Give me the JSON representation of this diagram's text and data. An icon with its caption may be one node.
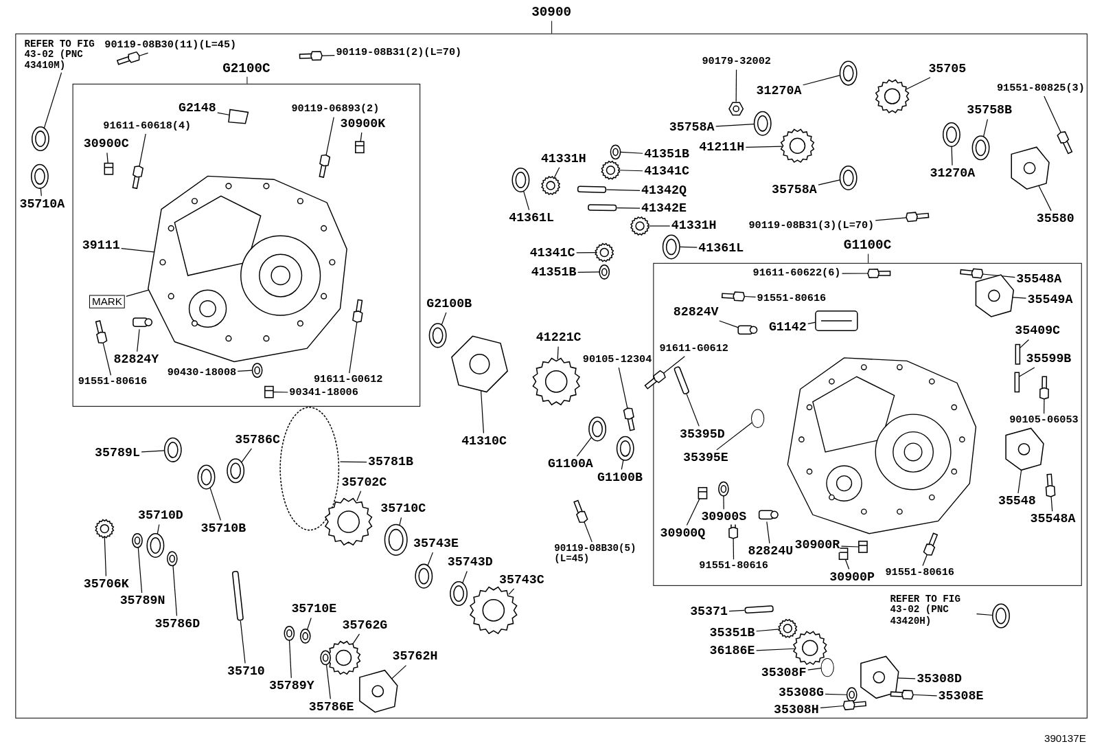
{
  "diagram": {
    "nodes": [
      {
        "text": [
          "30900"
        ]
      },
      {
        "text": [
          "G2100C"
        ],
        "in": 0
      },
      {
        "text": [
          "G1100C"
        ],
        "in": 0
      },
      {
        "text": [
          "REFER TO FIG 43-02 (PNC 43410M)"
        ],
        "in": 0
      },
      {
        "text": [
          "90119-08B30(11)(L=45)"
        ],
        "in": 0
      },
      {
        "text": [
          "90119-08B31(2)(L=70)"
        ],
        "in": 0
      },
      {
        "text": [
          "G2148"
        ],
        "in": 1
      },
      {
        "text": [
          "90119-06893(2)"
        ],
        "in": 1
      },
      {
        "text": [
          "91611-60618(4)"
        ],
        "in": 1
      },
      {
        "text": [
          "30900K"
        ],
        "in": 1
      },
      {
        "text": [
          "30900C"
        ],
        "in": 1
      },
      {
        "text": [
          "35710A"
        ],
        "in": 0
      },
      {
        "text": [
          "39111"
        ],
        "in": 1
      },
      {
        "text": [
          "MARK"
        ],
        "in": 1
      },
      {
        "text": [
          "82824Y"
        ],
        "in": 1
      },
      {
        "text": [
          "91551-80616"
        ],
        "in": 1
      },
      {
        "text": [
          "90430-18008"
        ],
        "in": 1
      },
      {
        "text": [
          "91611-G0612"
        ],
        "in": 1
      },
      {
        "text": [
          "90341-18006"
        ],
        "in": 1
      },
      {
        "text": [
          "90179-32002"
        ],
        "in": 0
      },
      {
        "text": [
          "35705"
        ],
        "in": 0
      },
      {
        "text": [
          "31270A"
        ],
        "in": 0
      },
      {
        "text": [
          "91551-80825(3)"
        ],
        "in": 0
      },
      {
        "text": [
          "35758B"
        ],
        "in": 0
      },
      {
        "text": [
          "35758A"
        ],
        "in": 0
      },
      {
        "text": [
          "41211H"
        ],
        "in": 0
      },
      {
        "text": [
          "41331H"
        ],
        "in": 0
      },
      {
        "text": [
          "41351B"
        ],
        "in": 0
      },
      {
        "text": [
          "41341C"
        ],
        "in": 0
      },
      {
        "text": [
          "31270A"
        ],
        "in": 0
      },
      {
        "text": [
          "41342Q"
        ],
        "in": 0
      },
      {
        "text": [
          "35758A"
        ],
        "in": 0
      },
      {
        "text": [
          "41342E"
        ],
        "in": 0
      },
      {
        "text": [
          "41361L"
        ],
        "in": 0
      },
      {
        "text": [
          "41331H"
        ],
        "in": 0
      },
      {
        "text": [
          "90119-08B31(3)(L=70)"
        ],
        "in": 0
      },
      {
        "text": [
          "35580"
        ],
        "in": 0
      },
      {
        "text": [
          "41361L"
        ],
        "in": 0
      },
      {
        "text": [
          "41341C"
        ],
        "in": 0
      },
      {
        "text": [
          "41351B"
        ],
        "in": 0
      },
      {
        "text": [
          "91611-60622(6)"
        ],
        "in": 2
      },
      {
        "text": [
          "35548A"
        ],
        "in": 2
      },
      {
        "text": [
          "91551-80616"
        ],
        "in": 2
      },
      {
        "text": [
          "35549A"
        ],
        "in": 2
      },
      {
        "text": [
          "82824V"
        ],
        "in": 2
      },
      {
        "text": [
          "G2100B"
        ],
        "in": 0
      },
      {
        "text": [
          "G1142"
        ],
        "in": 2
      },
      {
        "text": [
          "35409C"
        ],
        "in": 2
      },
      {
        "text": [
          "41221C"
        ],
        "in": 0
      },
      {
        "text": [
          "91611-G0612"
        ],
        "in": 2
      },
      {
        "text": [
          "90105-12304"
        ],
        "in": 0
      },
      {
        "text": [
          "35599B"
        ],
        "in": 2
      },
      {
        "text": [
          "90105-06053"
        ],
        "in": 2
      },
      {
        "text": [
          "35395D"
        ],
        "in": 2
      },
      {
        "text": [
          "35789L"
        ],
        "in": 0
      },
      {
        "text": [
          "35786C"
        ],
        "in": 0
      },
      {
        "text": [
          "35781B"
        ],
        "in": 0
      },
      {
        "text": [
          "41310C"
        ],
        "in": 0
      },
      {
        "text": [
          "G1100A"
        ],
        "in": 0
      },
      {
        "text": [
          "G1100B"
        ],
        "in": 0
      },
      {
        "text": [
          "35395E"
        ],
        "in": 2
      },
      {
        "text": [
          "35702C"
        ],
        "in": 0
      },
      {
        "text": [
          "35548"
        ],
        "in": 2
      },
      {
        "text": [
          "35548A"
        ],
        "in": 2
      },
      {
        "text": [
          "35710D"
        ],
        "in": 0
      },
      {
        "text": [
          "35710B"
        ],
        "in": 0
      },
      {
        "text": [
          "35710C"
        ],
        "in": 0
      },
      {
        "text": [
          "30900S"
        ],
        "in": 2
      },
      {
        "text": [
          "30900Q"
        ],
        "in": 2
      },
      {
        "text": [
          "35743E"
        ],
        "in": 0
      },
      {
        "text": [
          "82824U"
        ],
        "in": 2
      },
      {
        "text": [
          "30900R"
        ],
        "in": 2
      },
      {
        "text": [
          "90119-08B30(5) (L=45)"
        ],
        "in": 0
      },
      {
        "text": [
          "35743D"
        ],
        "in": 0
      },
      {
        "text": [
          "35743C"
        ],
        "in": 0
      },
      {
        "text": [
          "91551-80616"
        ],
        "in": 2
      },
      {
        "text": [
          "30900P"
        ],
        "in": 2
      },
      {
        "text": [
          "91551-80616"
        ],
        "in": 2
      },
      {
        "text": [
          "35706K"
        ],
        "in": 0
      },
      {
        "text": [
          "35789N"
        ],
        "in": 0
      },
      {
        "text": [
          "35786D"
        ],
        "in": 0
      },
      {
        "text": [
          "REFER TO FIG 43-02 (PNC 43420H)"
        ],
        "in": 0
      },
      {
        "text": [
          "35710E"
        ],
        "in": 0
      },
      {
        "text": [
          "35371"
        ],
        "in": 0
      },
      {
        "text": [
          "35762G"
        ],
        "in": 0
      },
      {
        "text": [
          "35351B"
        ],
        "in": 0
      },
      {
        "text": [
          "36186E"
        ],
        "in": 0
      },
      {
        "text": [
          "35762H"
        ],
        "in": 0
      },
      {
        "text": [
          "35710"
        ],
        "in": 0
      },
      {
        "text": [
          "35308F"
        ],
        "in": 0
      },
      {
        "text": [
          "35308D"
        ],
        "in": 0
      },
      {
        "text": [
          "35789Y"
        ],
        "in": 0
      },
      {
        "text": [
          "35308G"
        ],
        "in": 0
      },
      {
        "text": [
          "35308E"
        ],
        "in": 0
      },
      {
        "text": [
          "35786E"
        ],
        "in": 0
      },
      {
        "text": [
          "35308H"
        ],
        "in": 0
      },
      {
        "text": [],
        "shape": "picture",
        "in": 1
      },
      {
        "text": [],
        "shape": "picture",
        "in": 2
      },
      {
        "text": [],
        "shape": "picture",
        "in": 0
      },
      {
        "text": [],
        "shape": "picture",
        "in": 0
      },
      {
        "text": [],
        "shape": "picture",
        "in": 0
      },
      {
        "text": [],
        "shape": "box",
        "in": 1
      },
      {
        "text": [],
        "shape": "picture",
        "in": 1
      },
      {
        "text": [],
        "shape": "picture",
        "in": 1
      },
      {
        "text": [],
        "shape": "picture",
        "in": 1
      },
      {
        "text": [],
        "shape": "picture",
        "in": 1
      },
      {
        "text": [],
        "shape": "picture",
        "in": 0
      },
      {
        "text": [],
        "shape": "box",
        "in": 1
      },
      {
        "text": [],
        "shape": "picture",
        "in": 1
      },
      {
        "text": [],
        "shape": "picture",
        "in": 1
      },
      {
        "text": [],
        "shape": "picture",
        "in": 1
      },
      {
        "text": [],
        "shape": "picture",
        "in": 1
      },
      {
        "text": [],
        "shape": "picture",
        "in": 0
      },
      {
        "text": [],
        "shape": "picture",
        "in": 0
      },
      {
        "text": [],
        "shape": "picture",
        "in": 0
      },
      {
        "text": [],
        "shape": "picture",
        "in": 0
      },
      {
        "text": [],
        "shape": "picture",
        "in": 0
      },
      {
        "text": [],
        "shape": "picture",
        "in": 0
      },
      {
        "text": [],
        "shape": "picture",
        "in": 0
      },
      {
        "text": [],
        "shape": "picture",
        "in": 0
      },
      {
        "text": [],
        "shape": "picture",
        "in": 0
      },
      {
        "text": [],
        "shape": "picture",
        "in": 0
      },
      {
        "text": [],
        "shape": "picture",
        "in": 0
      },
      {
        "text": [],
        "shape": "bar",
        "in": 0
      },
      {
        "text": [],
        "shape": "picture",
        "in": 0
      },
      {
        "text": [],
        "shape": "bar",
        "in": 0
      },
      {
        "text": [],
        "shape": "picture",
        "in": 0
      },
      {
        "text": [],
        "shape": "picture",
        "in": 0
      },
      {
        "text": [],
        "shape": "picture",
        "in": 0
      },
      {
        "text": [],
        "shape": "picture",
        "in": 0
      },
      {
        "text": [],
        "shape": "picture",
        "in": 0
      },
      {
        "text": [],
        "shape": "picture",
        "in": 0
      },
      {
        "text": [],
        "shape": "picture",
        "in": 0
      },
      {
        "text": [],
        "shape": "picture",
        "in": 2
      },
      {
        "text": [],
        "shape": "picture",
        "in": 2
      },
      {
        "text": [],
        "shape": "picture",
        "in": 2
      },
      {
        "text": [],
        "shape": "picture",
        "in": 2
      },
      {
        "text": [],
        "shape": "box",
        "in": 2
      },
      {
        "text": [],
        "shape": "picture",
        "in": 0
      },
      {
        "text": [],
        "shape": "picture",
        "in": 2
      },
      {
        "text": [],
        "shape": "box",
        "in": 2
      },
      {
        "text": [],
        "shape": "picture",
        "in": 0
      },
      {
        "text": [],
        "shape": "picture",
        "in": 2
      },
      {
        "text": [],
        "shape": "picture",
        "in": 0
      },
      {
        "text": [],
        "shape": "box",
        "in": 2
      },
      {
        "text": [],
        "shape": "picture",
        "in": 2
      },
      {
        "text": [],
        "shape": "bar",
        "in": 2
      },
      {
        "text": [],
        "shape": "picture",
        "in": 0
      },
      {
        "text": [],
        "shape": "picture",
        "in": 0
      },
      {
        "text": [],
        "shape": "circle",
        "in": 0
      },
      {
        "text": [],
        "shape": "picture",
        "in": 0
      },
      {
        "text": [],
        "shape": "picture",
        "in": 0
      },
      {
        "text": [],
        "shape": "picture",
        "in": 0
      },
      {
        "text": [],
        "shape": "circle",
        "in": 2
      },
      {
        "text": [],
        "shape": "picture",
        "in": 0
      },
      {
        "text": [],
        "shape": "picture",
        "in": 2
      },
      {
        "text": [],
        "shape": "picture",
        "in": 2
      },
      {
        "text": [],
        "shape": "picture",
        "in": 0
      },
      {
        "text": [],
        "shape": "picture",
        "in": 0
      },
      {
        "text": [],
        "shape": "picture",
        "in": 0
      },
      {
        "text": [],
        "shape": "picture",
        "in": 2
      },
      {
        "text": [],
        "shape": "picture",
        "in": 2
      },
      {
        "text": [],
        "shape": "picture",
        "in": 0
      },
      {
        "text": [],
        "shape": "box",
        "in": 2
      },
      {
        "text": [],
        "shape": "picture",
        "in": 2
      },
      {
        "text": [],
        "shape": "picture",
        "in": 0
      },
      {
        "text": [],
        "shape": "picture",
        "in": 0
      },
      {
        "text": [],
        "shape": "picture",
        "in": 0
      },
      {
        "text": [],
        "shape": "picture",
        "in": 2
      },
      {
        "text": [],
        "shape": "picture",
        "in": 2
      },
      {
        "text": [],
        "shape": "picture",
        "in": 2
      },
      {
        "text": [],
        "shape": "picture",
        "in": 0
      },
      {
        "text": [],
        "shape": "picture",
        "in": 0
      },
      {
        "text": [],
        "shape": "picture",
        "in": 0
      },
      {
        "text": [],
        "shape": "picture",
        "in": 0
      },
      {
        "text": [],
        "shape": "picture",
        "in": 0
      },
      {
        "text": [],
        "shape": "bar",
        "in": 0
      },
      {
        "text": [],
        "shape": "picture",
        "in": 0
      },
      {
        "text": [],
        "shape": "picture",
        "in": 0
      },
      {
        "text": [],
        "shape": "picture",
        "in": 0
      },
      {
        "text": [],
        "shape": "picture",
        "in": 0
      },
      {
        "text": [],
        "shape": "bar",
        "in": 0
      },
      {
        "text": [],
        "shape": "circle",
        "in": 0
      },
      {
        "text": [],
        "shape": "picture",
        "in": 0
      },
      {
        "text": [],
        "shape": "picture",
        "in": 0
      },
      {
        "text": [],
        "shape": "picture",
        "in": 0
      },
      {
        "text": [],
        "shape": "picture",
        "in": 0
      },
      {
        "text": [],
        "shape": "picture",
        "in": 0
      },
      {
        "text": [],
        "shape": "picture",
        "in": 0
      }
    ],
    "edges": [
      {
        "from": 3,
        "to": 98,
        "arrow": "none"
      },
      {
        "from": 4,
        "to": 99,
        "arrow": "none"
      },
      {
        "from": 5,
        "to": 100,
        "arrow": "none"
      },
      {
        "from": 6,
        "to": 101,
        "arrow": "none"
      },
      {
        "from": 7,
        "to": 102,
        "arrow": "none"
      },
      {
        "from": 8,
        "to": 103,
        "arrow": "none"
      },
      {
        "from": 9,
        "to": 104,
        "arrow": "none"
      },
      {
        "from": 10,
        "to": 105,
        "arrow": "none"
      },
      {
        "from": 11,
        "to": 106,
        "arrow": "none"
      },
      {
        "from": 12,
        "to": 96,
        "arrow": "none"
      },
      {
        "from": 13,
        "to": 96,
        "arrow": "none"
      },
      {
        "from": 14,
        "to": 107,
        "arrow": "none"
      },
      {
        "from": 15,
        "to": 108,
        "arrow": "none"
      },
      {
        "from": 16,
        "to": 109,
        "arrow": "none"
      },
      {
        "from": 17,
        "to": 110,
        "arrow": "none"
      },
      {
        "from": 18,
        "to": 111,
        "arrow": "none"
      },
      {
        "from": 19,
        "to": 112,
        "arrow": "none"
      },
      {
        "from": 20,
        "to": 113,
        "arrow": "none"
      },
      {
        "from": 21,
        "to": 114,
        "arrow": "none"
      },
      {
        "from": 22,
        "to": 115,
        "arrow": "none"
      },
      {
        "from": 23,
        "to": 116,
        "arrow": "none"
      },
      {
        "from": 24,
        "to": 117,
        "arrow": "none"
      },
      {
        "from": 25,
        "to": 118,
        "arrow": "none"
      },
      {
        "from": 26,
        "to": 119,
        "arrow": "none"
      },
      {
        "from": 27,
        "to": 120,
        "arrow": "none"
      },
      {
        "from": 28,
        "to": 121,
        "arrow": "none"
      },
      {
        "from": 29,
        "to": 122,
        "arrow": "none"
      },
      {
        "from": 30,
        "to": 123,
        "arrow": "none"
      },
      {
        "from": 31,
        "to": 124,
        "arrow": "none"
      },
      {
        "from": 32,
        "to": 125,
        "arrow": "none"
      },
      {
        "from": 33,
        "to": 126,
        "arrow": "none"
      },
      {
        "from": 34,
        "to": 127,
        "arrow": "none"
      },
      {
        "from": 35,
        "to": 128,
        "arrow": "none"
      },
      {
        "from": 36,
        "to": 129,
        "arrow": "none"
      },
      {
        "from": 37,
        "to": 130,
        "arrow": "none"
      },
      {
        "from": 38,
        "to": 131,
        "arrow": "none"
      },
      {
        "from": 39,
        "to": 132,
        "arrow": "none"
      },
      {
        "from": 40,
        "to": 133,
        "arrow": "none"
      },
      {
        "from": 41,
        "to": 134,
        "arrow": "none"
      },
      {
        "from": 42,
        "to": 135,
        "arrow": "none"
      },
      {
        "from": 43,
        "to": 136,
        "arrow": "none"
      },
      {
        "from": 44,
        "to": 137,
        "arrow": "none"
      },
      {
        "from": 45,
        "to": 138,
        "arrow": "none"
      },
      {
        "from": 46,
        "to": 139,
        "arrow": "none"
      },
      {
        "from": 47,
        "to": 140,
        "arrow": "none"
      },
      {
        "from": 48,
        "to": 141,
        "arrow": "none"
      },
      {
        "from": 49,
        "to": 142,
        "arrow": "none"
      },
      {
        "from": 50,
        "to": 143,
        "arrow": "none"
      },
      {
        "from": 51,
        "to": 144,
        "arrow": "none"
      },
      {
        "from": 52,
        "to": 145,
        "arrow": "none"
      },
      {
        "from": 53,
        "to": 146,
        "arrow": "none"
      },
      {
        "from": 54,
        "to": 147,
        "arrow": "none"
      },
      {
        "from": 55,
        "to": 148,
        "arrow": "none"
      },
      {
        "from": 56,
        "to": 149,
        "arrow": "none"
      },
      {
        "from": 57,
        "to": 150,
        "arrow": "none"
      },
      {
        "from": 58,
        "to": 151,
        "arrow": "none"
      },
      {
        "from": 59,
        "to": 152,
        "arrow": "none"
      },
      {
        "from": 60,
        "to": 153,
        "arrow": "none"
      },
      {
        "from": 61,
        "to": 154,
        "arrow": "none"
      },
      {
        "from": 62,
        "to": 155,
        "arrow": "none"
      },
      {
        "from": 63,
        "to": 156,
        "arrow": "none"
      },
      {
        "from": 64,
        "to": 157,
        "arrow": "none"
      },
      {
        "from": 65,
        "to": 158,
        "arrow": "none"
      },
      {
        "from": 66,
        "to": 159,
        "arrow": "none"
      },
      {
        "from": 67,
        "to": 160,
        "arrow": "none"
      },
      {
        "from": 68,
        "to": 161,
        "arrow": "none"
      },
      {
        "from": 69,
        "to": 162,
        "arrow": "none"
      },
      {
        "from": 70,
        "to": 163,
        "arrow": "none"
      },
      {
        "from": 71,
        "to": 164,
        "arrow": "none"
      },
      {
        "from": 72,
        "to": 165,
        "arrow": "none"
      },
      {
        "from": 73,
        "to": 166,
        "arrow": "none"
      },
      {
        "from": 74,
        "to": 167,
        "arrow": "none"
      },
      {
        "from": 75,
        "to": 168,
        "arrow": "none"
      },
      {
        "from": 76,
        "to": 169,
        "arrow": "none"
      },
      {
        "from": 77,
        "to": 170,
        "arrow": "none"
      },
      {
        "from": 78,
        "to": 171,
        "arrow": "none"
      },
      {
        "from": 79,
        "to": 172,
        "arrow": "none"
      },
      {
        "from": 80,
        "to": 173,
        "arrow": "none"
      },
      {
        "from": 81,
        "to": 174,
        "arrow": "none"
      },
      {
        "from": 82,
        "to": 175,
        "arrow": "none"
      },
      {
        "from": 83,
        "to": 176,
        "arrow": "none"
      },
      {
        "from": 84,
        "to": 177,
        "arrow": "none"
      },
      {
        "from": 85,
        "to": 178,
        "arrow": "none"
      },
      {
        "from": 86,
        "to": 179,
        "arrow": "none"
      },
      {
        "from": 87,
        "to": 180,
        "arrow": "none"
      },
      {
        "from": 88,
        "to": 181,
        "arrow": "none"
      },
      {
        "from": 89,
        "to": 182,
        "arrow": "none"
      },
      {
        "from": 90,
        "to": 183,
        "arrow": "none"
      },
      {
        "from": 91,
        "to": 184,
        "arrow": "none"
      },
      {
        "from": 92,
        "to": 185,
        "arrow": "none"
      },
      {
        "from": 93,
        "to": 186,
        "arrow": "none"
      },
      {
        "from": 94,
        "to": 187,
        "arrow": "none"
      },
      {
        "from": 95,
        "to": 188,
        "arrow": "none"
      }
    ],
    "labels": [
      "390137E"
    ]
  }
}
